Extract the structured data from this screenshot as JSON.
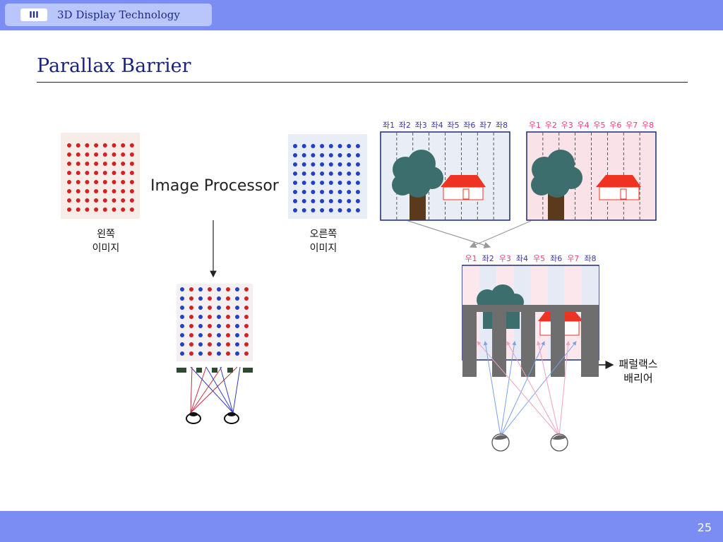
{
  "header": {
    "section_number": "III",
    "section_title": "3D Display Technology"
  },
  "slide": {
    "title": "Parallax Barrier",
    "page_number": "25"
  },
  "diagram": {
    "processor_label": "Image Processor",
    "left_image_label": [
      "왼쪽",
      "이미지"
    ],
    "right_image_label": [
      "오른쪽",
      "이미지"
    ],
    "left_strip_labels": [
      "좌1",
      "좌2",
      "좌3",
      "좌4",
      "좌5",
      "좌6",
      "좌7",
      "좌8"
    ],
    "right_strip_labels": [
      "우1",
      "우2",
      "우3",
      "우4",
      "우5",
      "우6",
      "우7",
      "우8"
    ],
    "interleaved_labels": [
      "우1",
      "좌2",
      "우3",
      "좌4",
      "우5",
      "좌6",
      "우7",
      "좌8"
    ],
    "barrier_label": [
      "패럴랙스",
      "배리어"
    ]
  },
  "colors": {
    "header_bar": "#7b8df2",
    "title": "#1b2478",
    "red_dot": "#d42020",
    "blue_dot": "#2040c8",
    "left_label": "#3a3aa0",
    "right_label": "#e0407a",
    "barrier": "#6e6e6e",
    "tree": "#3c6e6e",
    "trunk": "#5a3a1a",
    "roof": "#ee3322"
  }
}
